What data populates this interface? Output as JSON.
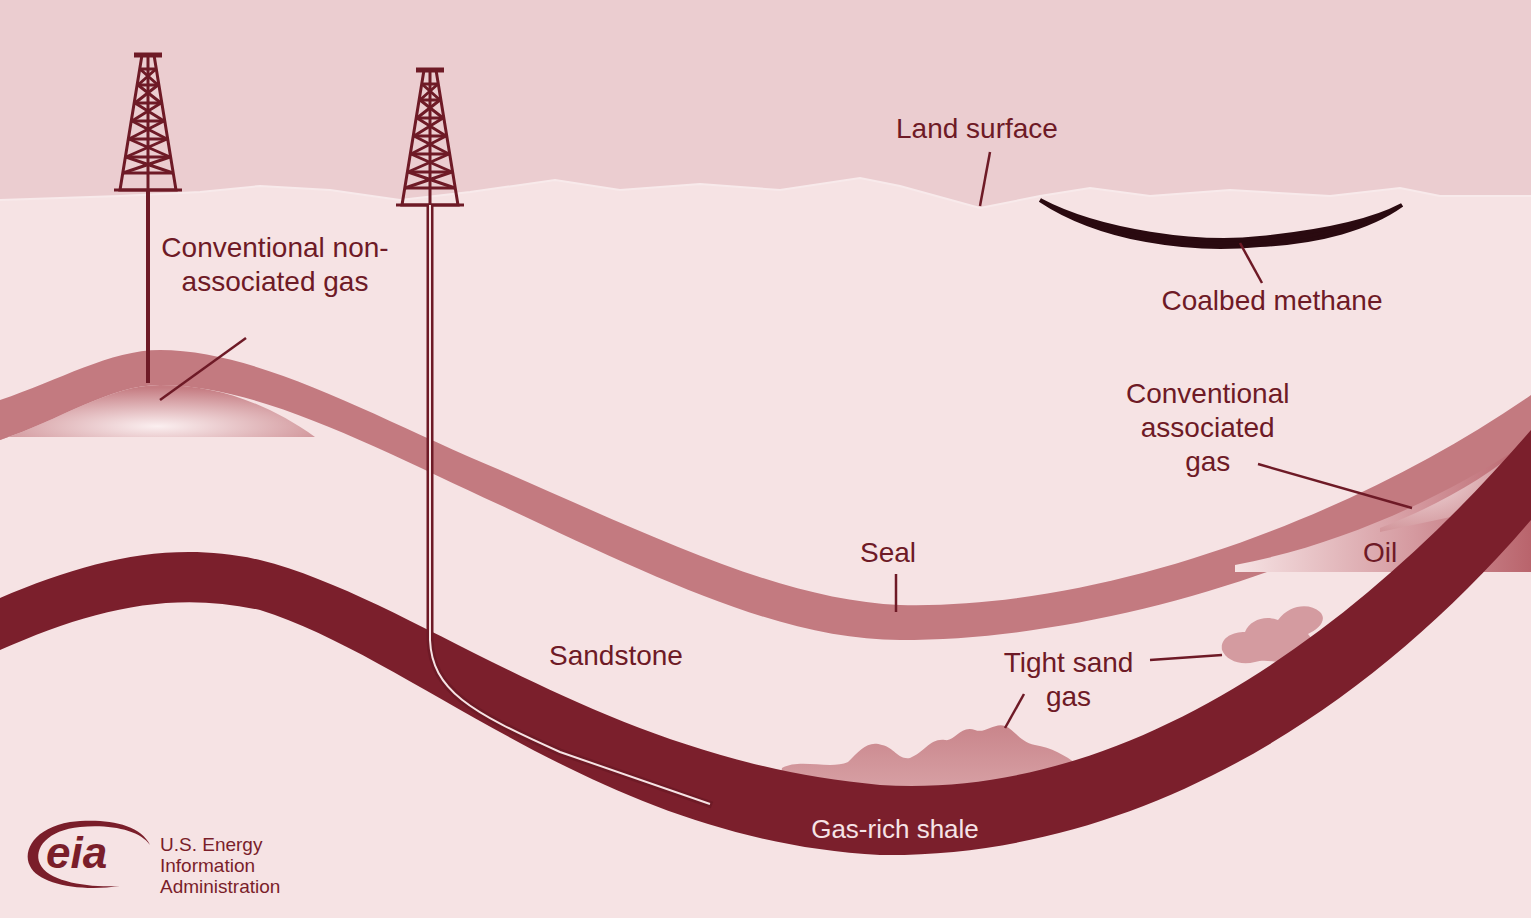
{
  "diagram": {
    "labels": [
      "Land surface",
      "Conventional non-associated gas",
      "Coalbed methane",
      "Conventional associated gas",
      "Oil",
      "Seal",
      "Sandstone",
      "Tight sand gas",
      "Gas-rich shale",
      "eia",
      "U.S. Energy Information Administration"
    ]
  }
}
